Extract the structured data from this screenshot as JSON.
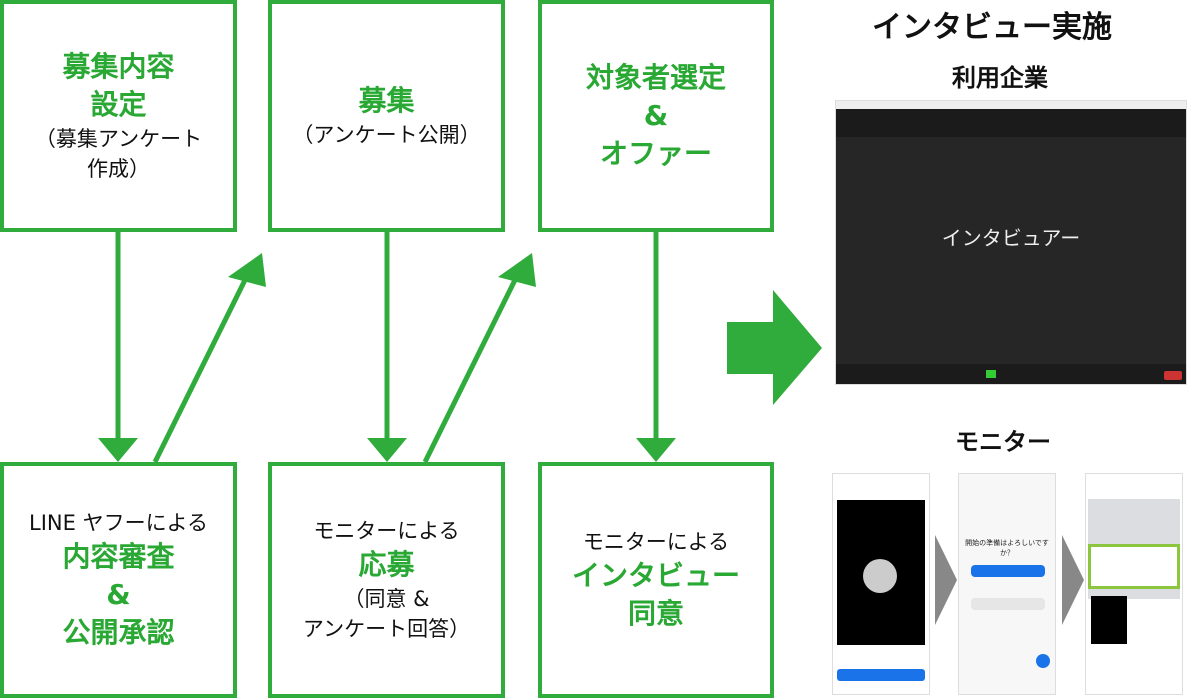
{
  "boxes": {
    "b1": {
      "green": [
        "募集内容",
        "設定"
      ],
      "black": [
        "（募集アンケート",
        "作成）"
      ]
    },
    "b2": {
      "green": [
        "募集"
      ],
      "black": [
        "（アンケート公開）"
      ]
    },
    "b3": {
      "green": [
        "対象者選定",
        "&",
        "オファー"
      ]
    },
    "b4": {
      "black_top": "LINE ヤフーによる",
      "green": [
        "内容審査",
        "&",
        "公開承認"
      ]
    },
    "b5": {
      "black_top": "モニターによる",
      "green": [
        "応募"
      ],
      "black": [
        "（同意 &",
        "アンケート回答）"
      ]
    },
    "b6": {
      "black_top": "モニターによる",
      "green": [
        "インタビュー",
        "同意"
      ]
    }
  },
  "right": {
    "title": "インタビュー実施",
    "company_label": "利用企業",
    "monitor_label": "モニター",
    "zoom_main_text": "インタビュアー",
    "phone2_text": "開始の準備はよろしいですか？"
  },
  "colors": {
    "green": "#2fac3c"
  }
}
